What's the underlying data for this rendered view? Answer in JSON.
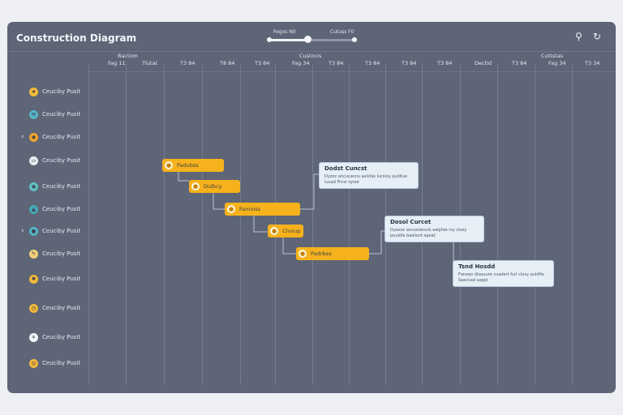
{
  "app": {
    "title": "Construction Diagram",
    "slider_left_label": "Fegxs N0",
    "slider_right_label": "Cutuss F0",
    "slider_level": 0.45
  },
  "header_icons": [
    "pin-icon",
    "refresh-icon"
  ],
  "timeline": {
    "groups": [
      "Bactom",
      "Custocis",
      "Cuttstas"
    ],
    "columns": [
      "Fag 11",
      "Tlutat",
      "T3 84",
      "T8 84",
      "T3 84",
      "Fag 34",
      "T3 84",
      "T3 84",
      "T3 84",
      "T3 84",
      "Dectid",
      "T3 84",
      "Fag 34",
      "T3 34"
    ]
  },
  "rows": [
    {
      "label": "Ceuciby Pusit",
      "icon": "star-icon",
      "glyph": "★",
      "color": "#f3b83a"
    },
    {
      "label": "Ceuciby Pusit",
      "icon": "mail-icon",
      "glyph": "✉",
      "color": "#55b6c7"
    },
    {
      "label": "Ceuciby Pusit",
      "icon": "box-icon",
      "glyph": "◆",
      "color": "#f0a22d",
      "chevron": "‹"
    },
    {
      "label": "Ceuciby Pusit",
      "icon": "monitor-icon",
      "glyph": "▭",
      "color": "#e9edf2"
    },
    {
      "label": "Ceuciby Pusit",
      "icon": "globe-icon",
      "glyph": "◉",
      "color": "#62bfc3"
    },
    {
      "label": "Ceuciby Pusit",
      "icon": "chart-icon",
      "glyph": "▲",
      "color": "#48a8b6"
    },
    {
      "label": "Ceuciby Pusit",
      "icon": "circle-icon",
      "glyph": "●",
      "color": "#55b6c7",
      "chevron": "‹"
    },
    {
      "label": "Ceuciby Pusit",
      "icon": "tool-icon",
      "glyph": "✎",
      "color": "#f3d07a"
    },
    {
      "label": "Ceuciby Pusit",
      "icon": "sun-icon",
      "glyph": "✹",
      "color": "#f3b83a"
    },
    {
      "label": "Ceuciby Pusit",
      "icon": "clock-icon",
      "glyph": "◷",
      "color": "#f3b83a"
    },
    {
      "label": "Ceuciby Pusit",
      "icon": "person-icon",
      "glyph": "✕",
      "color": "#f4f6fa"
    },
    {
      "label": "Ceuciby Pusit",
      "icon": "flag-icon",
      "glyph": "◎",
      "color": "#f3b83a"
    }
  ],
  "tasks": [
    {
      "label": "Padubss",
      "row": 3,
      "icon": "task-icon",
      "glyph": "●"
    },
    {
      "label": "Dulbcy",
      "row": 4,
      "icon": "task-icon",
      "glyph": "●"
    },
    {
      "label": "Famoiss",
      "row": 5,
      "icon": "task-icon",
      "glyph": "●"
    },
    {
      "label": "Cluvup",
      "row": 6,
      "icon": "task-icon",
      "glyph": "●"
    },
    {
      "label": "Padrbes",
      "row": 7,
      "icon": "task-icon",
      "glyph": "●"
    }
  ],
  "notes": [
    {
      "title": "Dodst Cuncst",
      "text": "Dyzoc ancucanns aalsfas lucsloy puldlue iuuad Frnsr syoor"
    },
    {
      "title": "Dosol Curcet",
      "text": "Dyasoc ancossenuls aalpfae iny cloxy puuldle baalsod ageat"
    },
    {
      "title": "Tsnd Hosdd",
      "text": "Fonoeo dtasoure cuadert furl cloxy puldfie Saeccad aagol"
    }
  ]
}
